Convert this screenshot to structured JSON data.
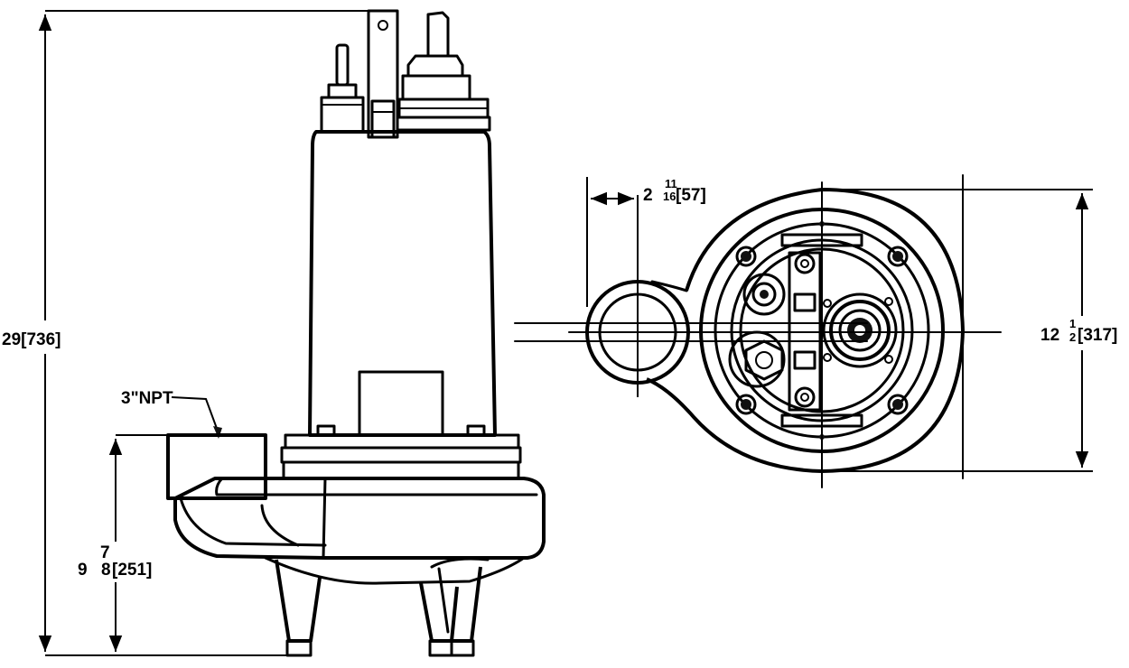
{
  "dimensions": {
    "overall_height": {
      "whole": "29",
      "metric": "[736]"
    },
    "discharge_height": {
      "whole": "9",
      "numerator": "7",
      "denominator": "8",
      "metric": "[251]"
    },
    "discharge_size": {
      "label": "3\"NPT"
    },
    "discharge_offset": {
      "whole": "2",
      "numerator": "11",
      "denominator": "16",
      "metric": "[57]"
    },
    "overall_width": {
      "whole": "12",
      "numerator": "1",
      "denominator": "2",
      "metric": "[317]"
    }
  }
}
